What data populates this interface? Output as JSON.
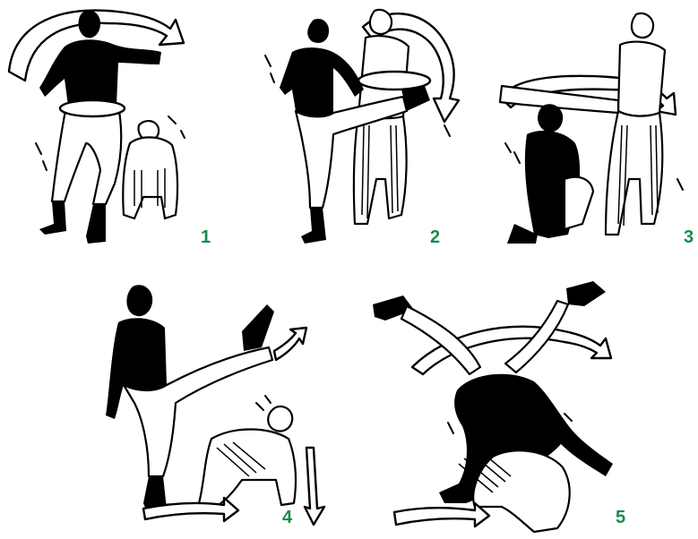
{
  "figure": {
    "number_color": "#1a8a4a",
    "panels": [
      {
        "label": "1"
      },
      {
        "label": "2"
      },
      {
        "label": "3"
      },
      {
        "label": "4"
      },
      {
        "label": "5"
      }
    ]
  }
}
